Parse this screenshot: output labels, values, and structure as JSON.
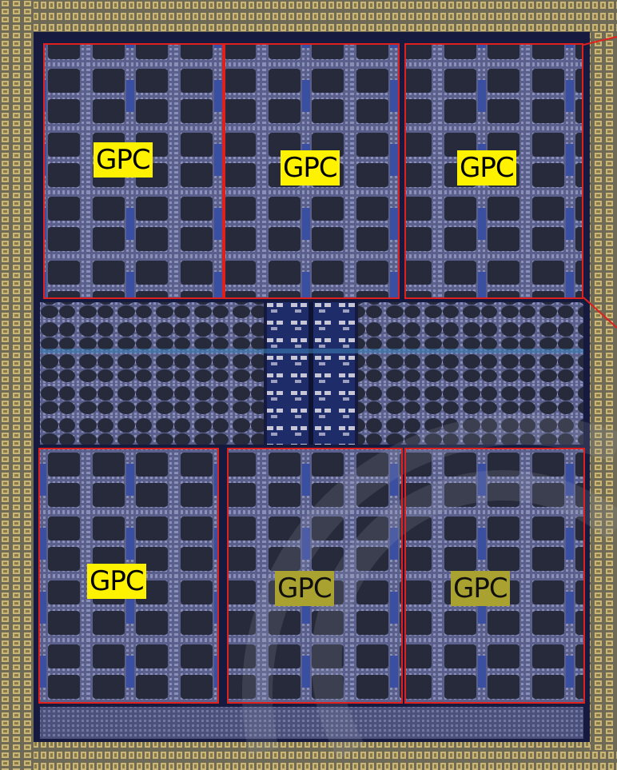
{
  "image": {
    "description_colors": {
      "die_background": "#151a3e",
      "outline": "#e0201c",
      "label_background": "#fff200",
      "io_ring": "#b9a66b"
    }
  },
  "gpcs": [
    {
      "label": "GPC"
    },
    {
      "label": "GPC"
    },
    {
      "label": "GPC"
    },
    {
      "label": "GPC"
    },
    {
      "label": "GPC"
    },
    {
      "label": "GPC"
    }
  ]
}
